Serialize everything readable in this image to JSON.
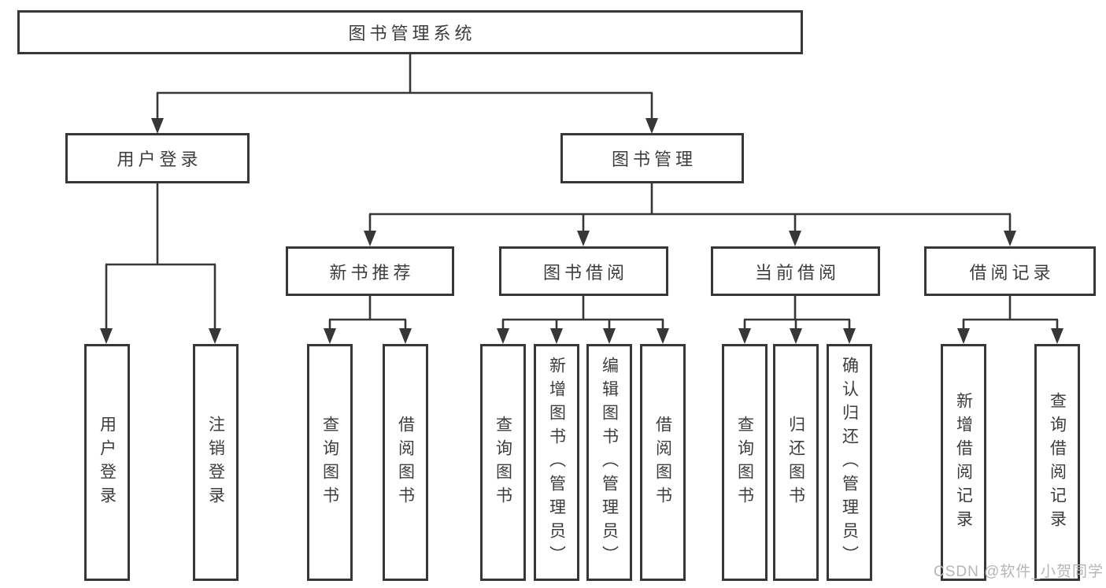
{
  "diagram": {
    "watermark": "CSDN @软件_小贺同学",
    "colors": {
      "line": "#373737",
      "box_border": "#373737",
      "text": "#3d3d3d",
      "background": "#ffffff",
      "watermark_text": "#b6b6b6"
    },
    "tree": {
      "root": {
        "label": "图书管理系统"
      },
      "children": [
        {
          "label": "用户登录",
          "children": [
            {
              "label": "用户登录"
            },
            {
              "label": "注销登录"
            }
          ]
        },
        {
          "label": "图书管理",
          "children": [
            {
              "label": "新书推荐",
              "children": [
                {
                  "label": "查询图书"
                },
                {
                  "label": "借阅图书"
                }
              ]
            },
            {
              "label": "图书借阅",
              "children": [
                {
                  "label": "查询图书"
                },
                {
                  "label": "新增图书（管理员）"
                },
                {
                  "label": "编辑图书（管理员）"
                },
                {
                  "label": "借阅图书"
                }
              ]
            },
            {
              "label": "当前借阅",
              "children": [
                {
                  "label": "查询图书"
                },
                {
                  "label": "归还图书"
                },
                {
                  "label": "确认归还（管理员）"
                }
              ]
            },
            {
              "label": "借阅记录",
              "children": [
                {
                  "label": "新增借阅记录"
                },
                {
                  "label": "查询借阅记录"
                }
              ]
            }
          ]
        }
      ]
    }
  }
}
